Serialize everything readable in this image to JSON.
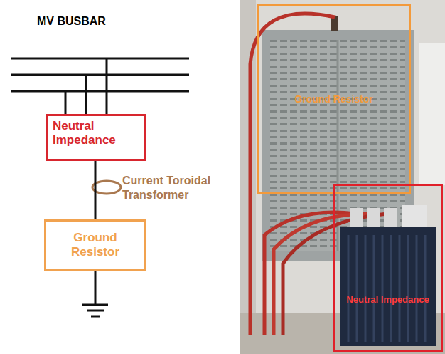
{
  "diagram": {
    "nodes": [
      {
        "text": [
          "Neutral Impedance"
        ]
      },
      {
        "text": [
          "Ground Resistor"
        ]
      },
      {
        "text": [
          "Ground Resistor"
        ]
      },
      {
        "text": [
          "Neutral Impedance"
        ]
      }
    ],
    "edges": [
      {
        "from": 0,
        "to": 1,
        "arrow": "none"
      }
    ],
    "labels": [
      "MV BUSBAR",
      "Current Toroidal Transformer"
    ]
  }
}
